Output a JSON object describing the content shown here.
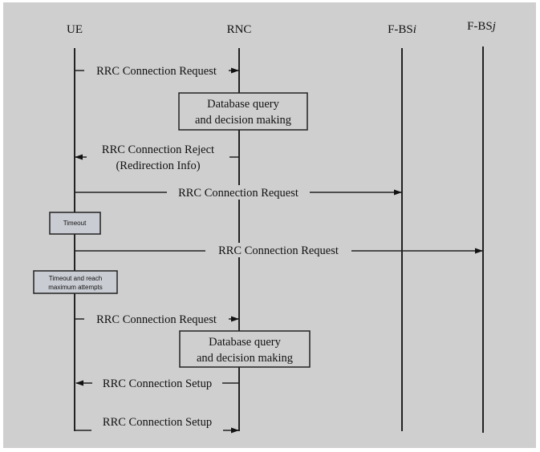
{
  "diagram": {
    "type": "sequence",
    "participants": [
      {
        "id": "ue",
        "label": "UE"
      },
      {
        "id": "rnc",
        "label": "RNC"
      },
      {
        "id": "fbsi",
        "label_main": "F-BS",
        "label_italic": "i"
      },
      {
        "id": "fbsj",
        "label_main": "F-BS",
        "label_italic": "j"
      }
    ],
    "messages": [
      {
        "from": "ue",
        "to": "rnc",
        "label": "RRC Connection Request"
      },
      {
        "from": "rnc",
        "to": "ue",
        "label_line1": "RRC Connection Reject",
        "label_line2": "(Redirection Info)"
      },
      {
        "from": "ue",
        "to": "fbsi",
        "label": "RRC Connection Request"
      },
      {
        "from": "ue",
        "to": "fbsj",
        "label": "RRC Connection Request"
      },
      {
        "from": "ue",
        "to": "rnc",
        "label": "RRC Connection Request"
      },
      {
        "from": "rnc",
        "to": "ue",
        "label": "RRC Connection Setup"
      },
      {
        "from": "ue",
        "to": "rnc",
        "label": "RRC Connection Setup"
      }
    ],
    "process_boxes": [
      {
        "on": "rnc",
        "line1": "Database query",
        "line2": "and decision making"
      },
      {
        "on": "rnc",
        "line1": "Database query",
        "line2": "and decision making"
      }
    ],
    "state_boxes": [
      {
        "on": "ue",
        "line1": "Timeout"
      },
      {
        "on": "ue",
        "line1": "Timeout and reach",
        "line2": "maximum attempts"
      }
    ]
  }
}
